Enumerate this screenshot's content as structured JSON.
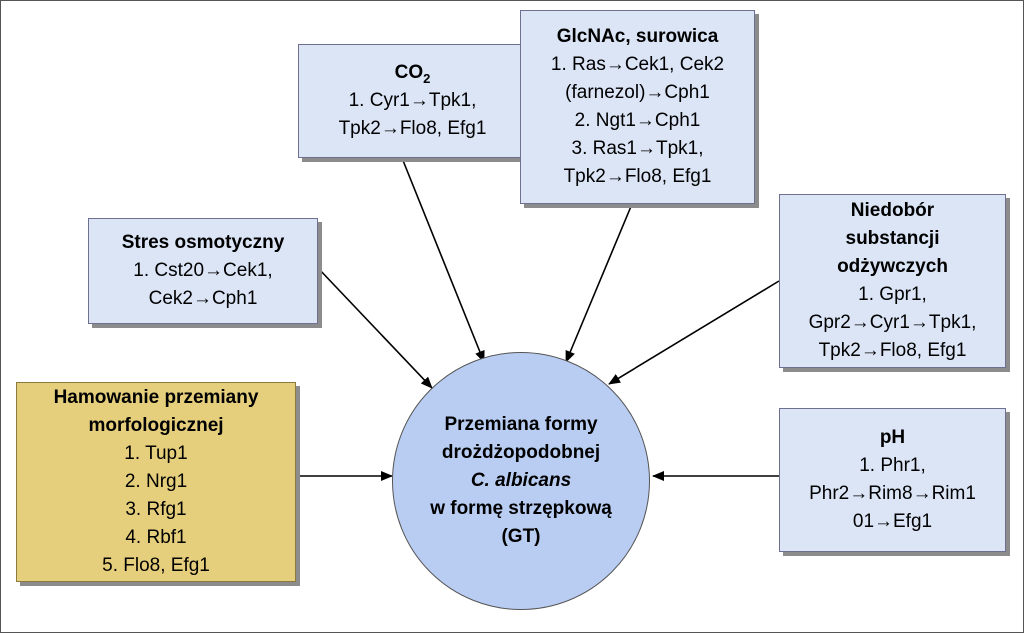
{
  "center": {
    "line1": "Przemiana formy",
    "line2": "drożdżopodobnej",
    "line3": "C. albicans",
    "line4": "w formę strzępkową",
    "line5": "(GT)"
  },
  "co2": {
    "title_main": "CO",
    "title_sub": "2",
    "lines": [
      "1. Cyr1→Tpk1,",
      "Tpk2→Flo8, Efg1"
    ]
  },
  "glcnac": {
    "title": "GlcNAc, surowica",
    "lines": [
      "1. Ras→Cek1, Cek2",
      "(farnezol)→Cph1",
      "2. Ngt1→Cph1",
      "3. Ras1→Tpk1,",
      "Tpk2→Flo8, Efg1"
    ]
  },
  "stres": {
    "title": "Stres osmotyczny",
    "lines": [
      "1. Cst20→Cek1,",
      "Cek2→Cph1"
    ]
  },
  "niedobor": {
    "title_lines": [
      "Niedobór",
      "substancji",
      "odżywczych"
    ],
    "lines": [
      "1. Gpr1,",
      "Gpr2→Cyr1→Tpk1,",
      "Tpk2→Flo8, Efg1"
    ]
  },
  "hamowanie": {
    "title_lines": [
      "Hamowanie przemiany",
      "morfologicznej"
    ],
    "lines": [
      "1. Tup1",
      "2. Nrg1",
      "3. Rfg1",
      "4. Rbf1",
      "5. Flo8, Efg1"
    ]
  },
  "ph": {
    "title": "pH",
    "lines": [
      "1. Phr1,",
      "Phr2→Rim8→Rim1",
      "01→Efg1"
    ]
  }
}
